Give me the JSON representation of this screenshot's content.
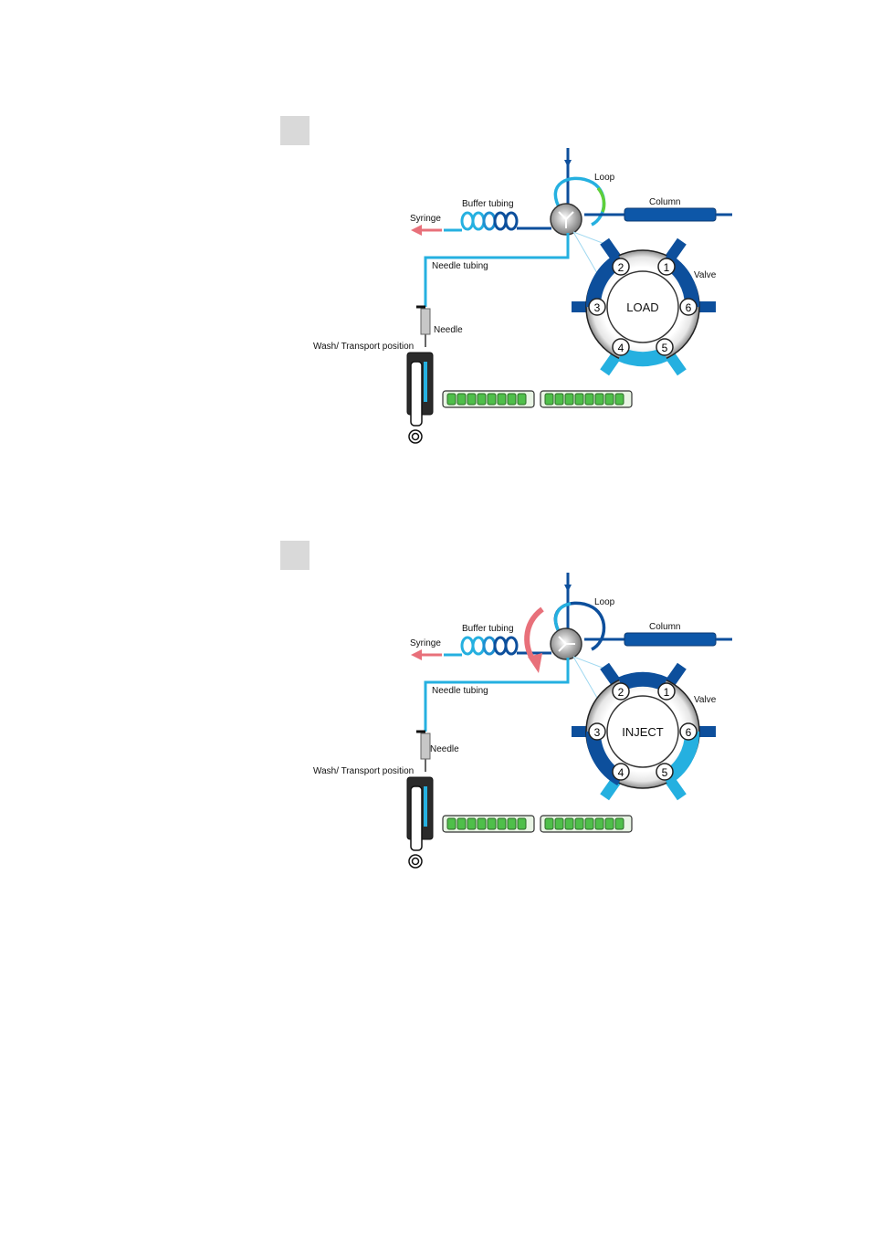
{
  "colors": {
    "dark_blue": "#0d4f9c",
    "light_blue": "#25b0e0",
    "column_fill": "#0d57a8",
    "arrow_red": "#e8707a",
    "tray_green": "#4fbf4a",
    "vial_gray": "#c7c7c7",
    "gray_box": "#d9d9d9"
  },
  "diagrams": [
    {
      "mode": "LOAD",
      "labels": {
        "loop": "Loop",
        "column": "Column",
        "buffer_tubing": "Buffer tubing",
        "syringe": "Syringe",
        "needle_tubing": "Needle tubing",
        "valve": "Valve",
        "needle": "Needle",
        "wash_position": "Wash/ Transport position"
      },
      "ports": [
        "1",
        "2",
        "3",
        "4",
        "5",
        "6"
      ],
      "rotation_arrow": false
    },
    {
      "mode": "INJECT",
      "labels": {
        "loop": "Loop",
        "column": "Column",
        "buffer_tubing": "Buffer tubing",
        "syringe": "Syringe",
        "needle_tubing": "Needle tubing",
        "valve": "Valve",
        "needle": "Needle",
        "wash_position": "Wash/ Transport position"
      },
      "ports": [
        "1",
        "2",
        "3",
        "4",
        "5",
        "6"
      ],
      "rotation_arrow": true
    }
  ]
}
